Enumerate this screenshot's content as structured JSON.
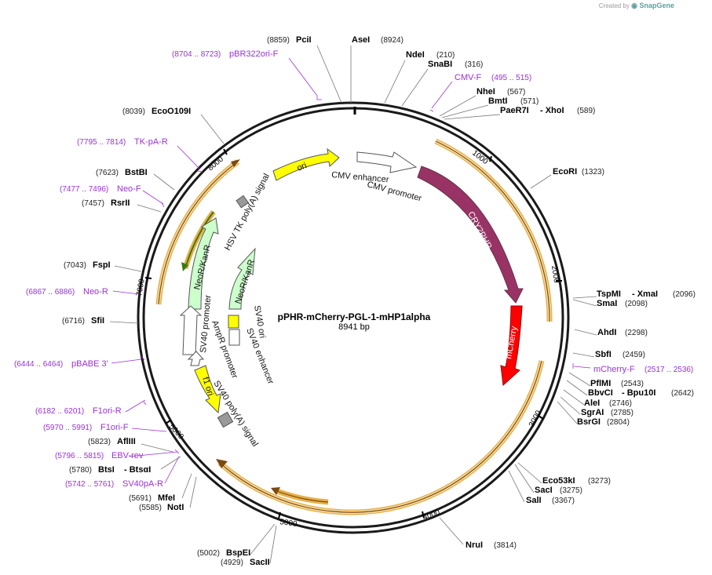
{
  "credit": {
    "prefix": "Created by",
    "brand": "SnapGene"
  },
  "plasmid": {
    "name": "pPHR-mCherry-PGL-1-mHP1alpha",
    "length_label": "8941 bp"
  },
  "ticks": [
    "1000",
    "2000",
    "3000",
    "4000",
    "5000",
    "6000",
    "7000",
    "8000"
  ],
  "features": {
    "ori": "ori",
    "cmv_enhancer": "CMV enhancer",
    "cmv_promoter": "CMV promoter",
    "cry2phr": "CRY2PHR",
    "mcherry": "mCherry",
    "hsv_polya": "HSV TK poly(A) signal",
    "neokanr_1": "NeoR/KanR",
    "neokanr_2": "NeoR/KanR",
    "sv40_promoter": "SV40 promoter",
    "ampr_promoter": "AmpR promoter",
    "sv40_ori": "SV40 ori",
    "sv40_enhancer": "SV40 enhancer",
    "f1_ori": "f1 ori",
    "sv40_polya": "SV40 poly(A) signal"
  },
  "sites": [
    {
      "name": "PciI",
      "pos": "(8859)"
    },
    {
      "name": "AseI",
      "pos": "(8924)"
    },
    {
      "name": "NdeI",
      "pos": "(210)"
    },
    {
      "name": "SnaBI",
      "pos": "(316)"
    },
    {
      "name": "NheI",
      "pos": "(567)"
    },
    {
      "name": "BmtI",
      "pos": "(571)"
    },
    {
      "name": "PaeR7I",
      "name2": "- XhoI",
      "pos": "(589)"
    },
    {
      "name": "EcoRI",
      "pos": "(1323)"
    },
    {
      "name": "TspMI",
      "name2": "- XmaI",
      "pos": "(2096)"
    },
    {
      "name": "SmaI",
      "pos": "(2098)"
    },
    {
      "name": "AhdI",
      "pos": "(2298)"
    },
    {
      "name": "SbfI",
      "pos": "(2459)"
    },
    {
      "name": "PflMI",
      "pos": "(2543)"
    },
    {
      "name": "BbvCI",
      "name2": "- Bpu10I",
      "pos": "(2642)"
    },
    {
      "name": "AleI",
      "pos": "(2746)"
    },
    {
      "name": "SgrAI",
      "pos": "(2785)"
    },
    {
      "name": "BsrGI",
      "pos": "(2804)"
    },
    {
      "name": "Eco53kI",
      "pos": "(3273)"
    },
    {
      "name": "SacI",
      "pos": "(3275)"
    },
    {
      "name": "SalI",
      "pos": "(3367)"
    },
    {
      "name": "NruI",
      "pos": "(3814)"
    },
    {
      "name": "BspEI",
      "pos": "(5002)"
    },
    {
      "name": "SacII",
      "pos": "(4929)"
    },
    {
      "name": "NotI",
      "pos": "(5585)"
    },
    {
      "name": "MfeI",
      "pos": "(5691)"
    },
    {
      "name": "BtsI",
      "name2": "- BtsαI",
      "pos": "(5780)"
    },
    {
      "name": "AflIII",
      "pos": "(5823)"
    },
    {
      "name": "SfiI",
      "pos": "(6716)"
    },
    {
      "name": "FspI",
      "pos": "(7043)"
    },
    {
      "name": "RsrII",
      "pos": "(7457)"
    },
    {
      "name": "BstBI",
      "pos": "(7623)"
    },
    {
      "name": "EcoO109I",
      "pos": "(8039)"
    }
  ],
  "primers": [
    {
      "name": "pBR322ori-F",
      "range": "(8704 .. 8723)"
    },
    {
      "name": "CMV-F",
      "range": "(495 .. 515)"
    },
    {
      "name": "mCherry-F",
      "range": "(2517 .. 2536)"
    },
    {
      "name": "TK-pA-R",
      "range": "(7795 .. 7814)"
    },
    {
      "name": "Neo-F",
      "range": "(7477 .. 7496)"
    },
    {
      "name": "Neo-R",
      "range": "(6867 .. 6886)"
    },
    {
      "name": "pBABE 3'",
      "range": "(6444 .. 6464)"
    },
    {
      "name": "F1ori-R",
      "range": "(6182 .. 6201)"
    },
    {
      "name": "F1ori-F",
      "range": "(5970 .. 5991)"
    },
    {
      "name": "EBV-rev",
      "range": "(5796 .. 5815)"
    },
    {
      "name": "SV40pA-R",
      "range": "(5742 .. 5761)"
    }
  ],
  "colors": {
    "backbone": "#1a1a1a",
    "ori": "#ffff00",
    "cmv": "#ffffff",
    "cry2phr": "#993366",
    "mcherry": "#ff0000",
    "neokanr": "#ccffcc",
    "orf_fill": "#f7dfa8",
    "orf_stroke": "#e8b04a",
    "orf_arrow": "#7a4a10",
    "green_arrow": "#3a7a10",
    "primer": "#9b30d9",
    "polya": "#999999"
  }
}
